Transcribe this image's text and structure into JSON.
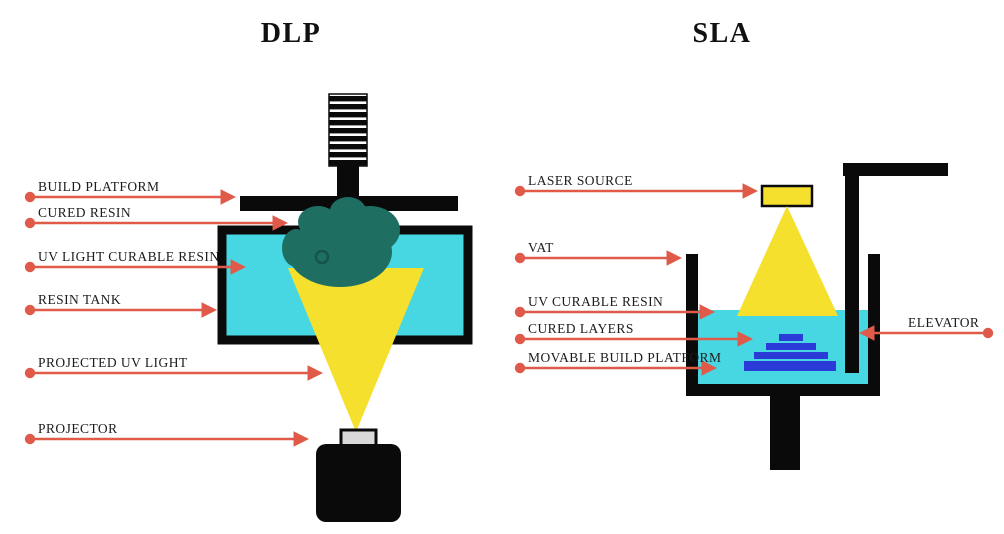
{
  "colors": {
    "accent_red": "#DF5A49",
    "resin_cyan": "#46D7E2",
    "uv_yellow": "#F5E02E",
    "cured_teal": "#1E6F61",
    "cured_teal_dark": "#14544A",
    "layer_blue": "#2B3BD7",
    "ink_black": "#0A0A0A"
  },
  "dlp": {
    "title": "DLP",
    "labels": {
      "build_platform": "BUILD PLATFORM",
      "cured_resin": "CURED RESIN",
      "uv_light_curable_resin": "UV LIGHT CURABLE RESIN",
      "resin_tank": "RESIN TANK",
      "projected_uv_light": "PROJECTED UV LIGHT",
      "projector": "PROJECTOR"
    }
  },
  "sla": {
    "title": "SLA",
    "labels": {
      "laser_source": "LASER SOURCE",
      "vat": "VAT",
      "uv_curable_resin": "UV CURABLE RESIN",
      "cured_layers": "CURED LAYERS",
      "movable_build_platform": "MOVABLE BUILD PLATFORM",
      "elevator": "ELEVATOR"
    }
  }
}
